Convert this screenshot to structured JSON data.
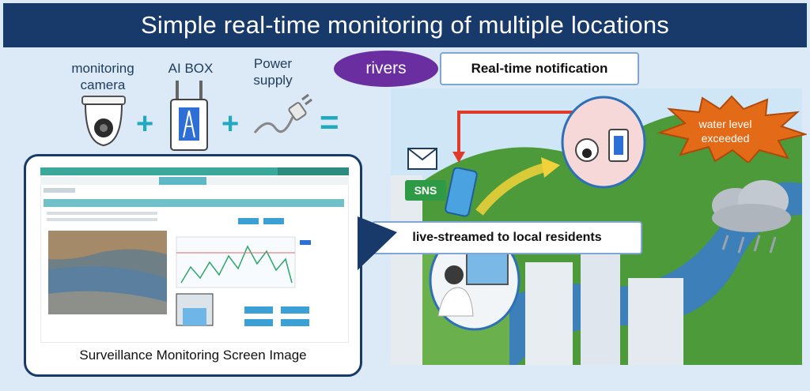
{
  "title": "Simple real-time monitoring of multiple locations",
  "components": {
    "camera_label": "monitoring\ncamera",
    "aibox_label": "AI BOX",
    "power_label": "Power\nsupply"
  },
  "tags": {
    "rivers": "rivers",
    "notification": "Real-time  notification",
    "alert": "water level\nexceeded",
    "sns": "SNS",
    "live": "live-streamed  to local residents"
  },
  "screen_caption": "Surveillance  Monitoring  Screen Image",
  "colors": {
    "header": "#173a6b",
    "accent": "#21a9c0",
    "rivers": "#6a2ea0",
    "alert": "#e36a17",
    "sns": "#2f9a45",
    "arrow_red": "#e03a2a"
  }
}
